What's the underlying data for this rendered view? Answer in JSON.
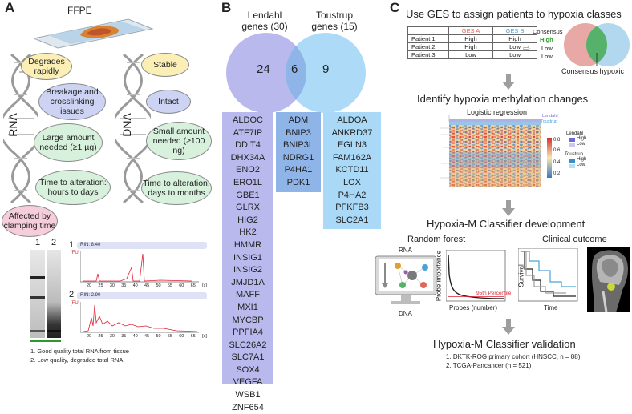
{
  "panelA": {
    "letter": "A",
    "ffpe_label": "FFPE",
    "rna_label": "RNA",
    "dna_label": "DNA",
    "rna_bubbles": [
      "Degrades rapidly",
      "Breakage and crosslinking issues",
      "Large amount needed (≥1 µg)",
      "Time to alteration: hours to days",
      "Affected by clamping time"
    ],
    "dna_bubbles": [
      "Stable",
      "Intact",
      "Small amount needed (≥100 ng)",
      "Time to alteration: days to months"
    ],
    "gel_lanes": [
      "1",
      "2"
    ],
    "traces": [
      {
        "num": "1",
        "rin": "RIN: 8.40",
        "unit": "[FU]"
      },
      {
        "num": "2",
        "rin": "RIN: 2.90",
        "unit": "[FU]"
      }
    ],
    "trace_ticks": [
      "20",
      "25",
      "30",
      "35",
      "40",
      "45",
      "50",
      "55",
      "60",
      "65",
      "[s]"
    ],
    "legend": [
      "1. Good quality total RNA from tissue",
      "2. Low quality, degraded total RNA"
    ]
  },
  "panelB": {
    "letter": "B",
    "set1_label": "Lendahl genes (30)",
    "set2_label": "Toustrup genes (15)",
    "left_count": "24",
    "overlap_count": "6",
    "right_count": "9",
    "left_genes": [
      "ALDOC",
      "ATF7IP",
      "DDIT4",
      "DHX34A",
      "ENO2",
      "ERO1L",
      "GBE1",
      "GLRX",
      "HIG2",
      "HK2",
      "HMMR",
      "INSIG1",
      "INSIG2",
      "JMJD1A",
      "MAFF",
      "MXI1",
      "MYCBP",
      "PPFIA4",
      "SLC26A2",
      "SLC7A1",
      "SOX4",
      "VEGFA",
      "WSB1",
      "ZNF654"
    ],
    "overlap_genes": [
      "ADM",
      "BNIP3",
      "BNIP3L",
      "NDRG1",
      "P4HA1",
      "PDK1"
    ],
    "right_genes": [
      "ALDOA",
      "ANKRD37",
      "EGLN3",
      "FAM162A",
      "KCTD11",
      "LOX",
      "P4HA2",
      "PFKFB3",
      "SLC2A1"
    ],
    "colors": {
      "left": "#b9b9ee",
      "overlap": "#8fb4e8",
      "right": "#a9d9f7"
    }
  },
  "panelC": {
    "letter": "C",
    "step1": "Use GES to assign patients to hypoxia classes",
    "table_headers": [
      "",
      "GES A",
      "GES B"
    ],
    "table_rows": [
      [
        "Patient 1",
        "High",
        "High"
      ],
      [
        "Patient 2",
        "High",
        "Low"
      ],
      [
        "Patient 3",
        "Low",
        "Low"
      ]
    ],
    "consensus_label": "Consensus",
    "consensus_values": [
      "High",
      "Low",
      "Low"
    ],
    "consensus_hypoxic": "Consensus hypoxic",
    "step2": "Identify hypoxia methylation changes",
    "heatmap_title": "Logistic regression",
    "heatmap_top_labels": [
      "Lendahl",
      "Toustrup"
    ],
    "heatmap_scale": [
      "0.8",
      "0.6",
      "0.4",
      "0.2"
    ],
    "heatmap_legend": {
      "lendahl": "Lendahl",
      "toustrup": "Toustrup",
      "high": "High",
      "low": "Low"
    },
    "step3": "Hypoxia-M Classifier development",
    "rf_title": "Random forest",
    "clinical_title": "Clinical outcome",
    "rna_label": "RNA",
    "dna_label": "DNA",
    "probe_ylabel": "Probe importance",
    "probe_xlabel": "Probes (number)",
    "percentile": "95th Percentile",
    "survival_label": "Survival",
    "time_label": "Time",
    "step4": "Hypoxia-M Classifier validation",
    "validation": [
      "1. DKTK-ROG primary cohort (HNSCC, n = 88)",
      "2. TCGA-Pancancer (n = 521)"
    ],
    "colors": {
      "ges_a": "#e0655a",
      "ges_b": "#4aa3d6",
      "high": "#2aa12a"
    }
  }
}
